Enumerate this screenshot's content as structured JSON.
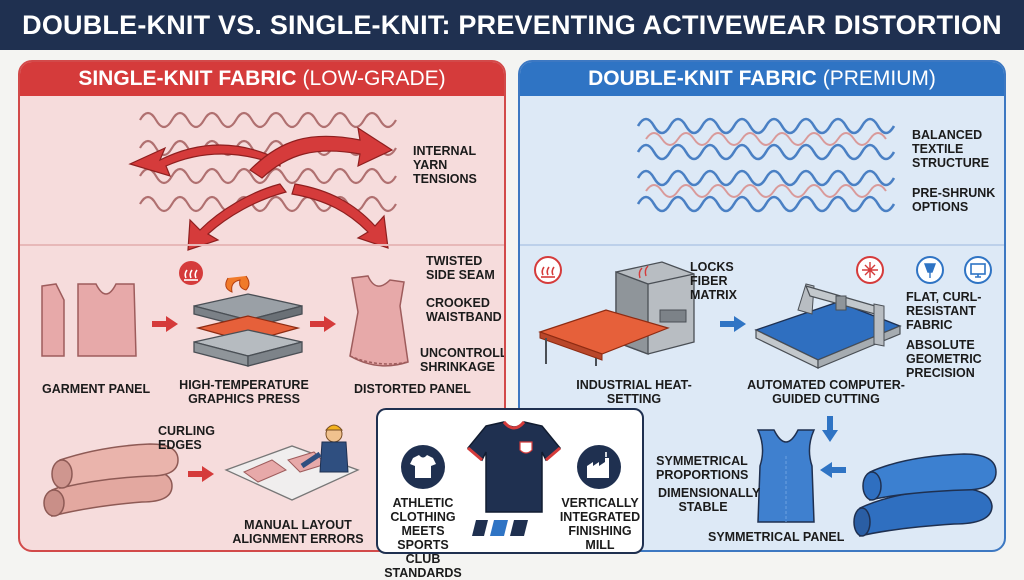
{
  "header": {
    "title": "DOUBLE-KNIT VS. SINGLE-KNIT: PREVENTING ACTIVEWEAR DISTORTION"
  },
  "left": {
    "title_bold": "SINGLE-KNIT FABRIC",
    "title_rest": "(LOW-GRADE)",
    "internal_tensions": "INTERNAL YARN TENSIONS",
    "garment_panel": "GARMENT PANEL",
    "press": "HIGH-TEMPERATURE GRAPHICS PRESS",
    "distorted_panel": "DISTORTED PANEL",
    "twisted_seam": "TWISTED SIDE SEAM",
    "crooked_waistband": "CROOKED WAISTBAND",
    "uncontrolled_shrinkage": "UNCONTROLLED SHRINKAGE",
    "curling_edges": "CURLING EDGES",
    "manual_layout": "MANUAL LAYOUT ALIGNMENT ERRORS"
  },
  "right": {
    "title_bold": "DOUBLE-KNIT FABRIC",
    "title_rest": "(PREMIUM)",
    "balanced": "BALANCED TEXTILE STRUCTURE",
    "preshrunk": "PRE-SHRUNK OPTIONS",
    "locks_fiber": "LOCKS FIBER MATRIX",
    "heat_setting": "INDUSTRIAL HEAT-SETTING",
    "flat_curl": "FLAT, CURL-RESISTANT FABRIC",
    "absolute_precision": "ABSOLUTE GEOMETRIC PRECISION",
    "automated_cutting": "AUTOMATED COMPUTER-GUIDED CUTTING",
    "symmetrical_proportions": "SYMMETRICAL PROPORTIONS",
    "dimensionally_stable": "DIMENSIONALLY STABLE",
    "symmetrical_panel": "SYMMETRICAL PANEL"
  },
  "center": {
    "athletic": "ATHLETIC CLOTHING MEETS SPORTS CLUB STANDARDS",
    "vertically": "VERTICALLY INTEGRATED FINISHING MILL"
  },
  "colors": {
    "red": "#d53b3b",
    "blue": "#2f74c4",
    "navy": "#1f3050"
  }
}
